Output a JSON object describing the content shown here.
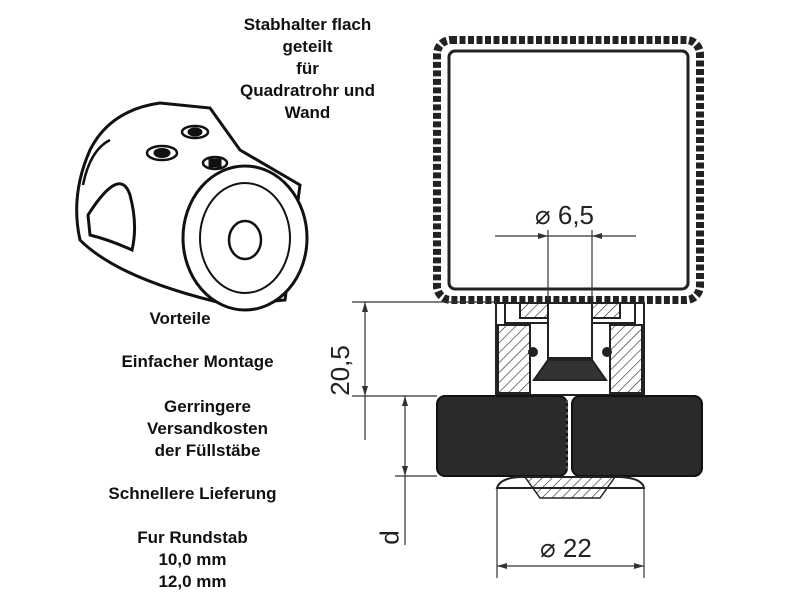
{
  "title_lines": [
    "Stabhalter flach",
    "geteilt",
    "für",
    "Quadratrohr und",
    "Wand"
  ],
  "advantages": {
    "heading": "Vorteile",
    "item1": "Einfacher Montage",
    "item2_lines": [
      "Gerringere",
      "Versandkosten",
      "der Füllstäbe"
    ],
    "item3": "Schnellere Lieferung"
  },
  "rod": {
    "heading": "Fur Rundstab",
    "sizes": [
      "10,0 mm",
      "12,0 mm"
    ]
  },
  "dimensions": {
    "hole": "⌀ 6,5",
    "height": "20,5",
    "depth": "d",
    "outer": "⌀ 22"
  }
}
